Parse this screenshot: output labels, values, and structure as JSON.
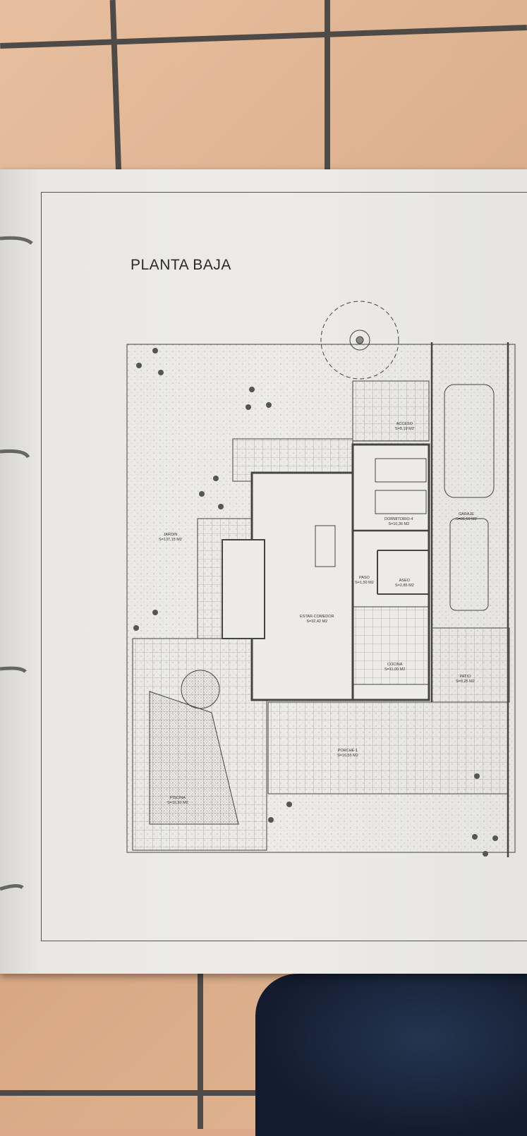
{
  "plan": {
    "title": "PLANTA BAJA",
    "rooms": [
      {
        "name": "ACCESO",
        "area": "S=5,19 M2"
      },
      {
        "name": "DORMITORIO-4",
        "area": "S=10,36 M2"
      },
      {
        "name": "GARAJE",
        "area": "S=31,60 M2"
      },
      {
        "name": "PASO",
        "area": "S=1,50 M2"
      },
      {
        "name": "ASEO",
        "area": "S=2,85 M2"
      },
      {
        "name": "JARDIN",
        "area": "S=137,15 M2"
      },
      {
        "name": "ESTAR-COMEDOR",
        "area": "S=32,42 M2"
      },
      {
        "name": "COCINA",
        "area": "S=11,00 M2"
      },
      {
        "name": "PATIO",
        "area": "S=8,25 M2"
      },
      {
        "name": "PORCHE-1",
        "area": "S=16,55 M2"
      },
      {
        "name": "PISCINA",
        "area": "S=16,50 M2"
      }
    ]
  },
  "colors": {
    "paper": "#ecebe7",
    "tile": "#dcae8c",
    "grout": "#4e4a48",
    "fabric": "#1c2840"
  }
}
